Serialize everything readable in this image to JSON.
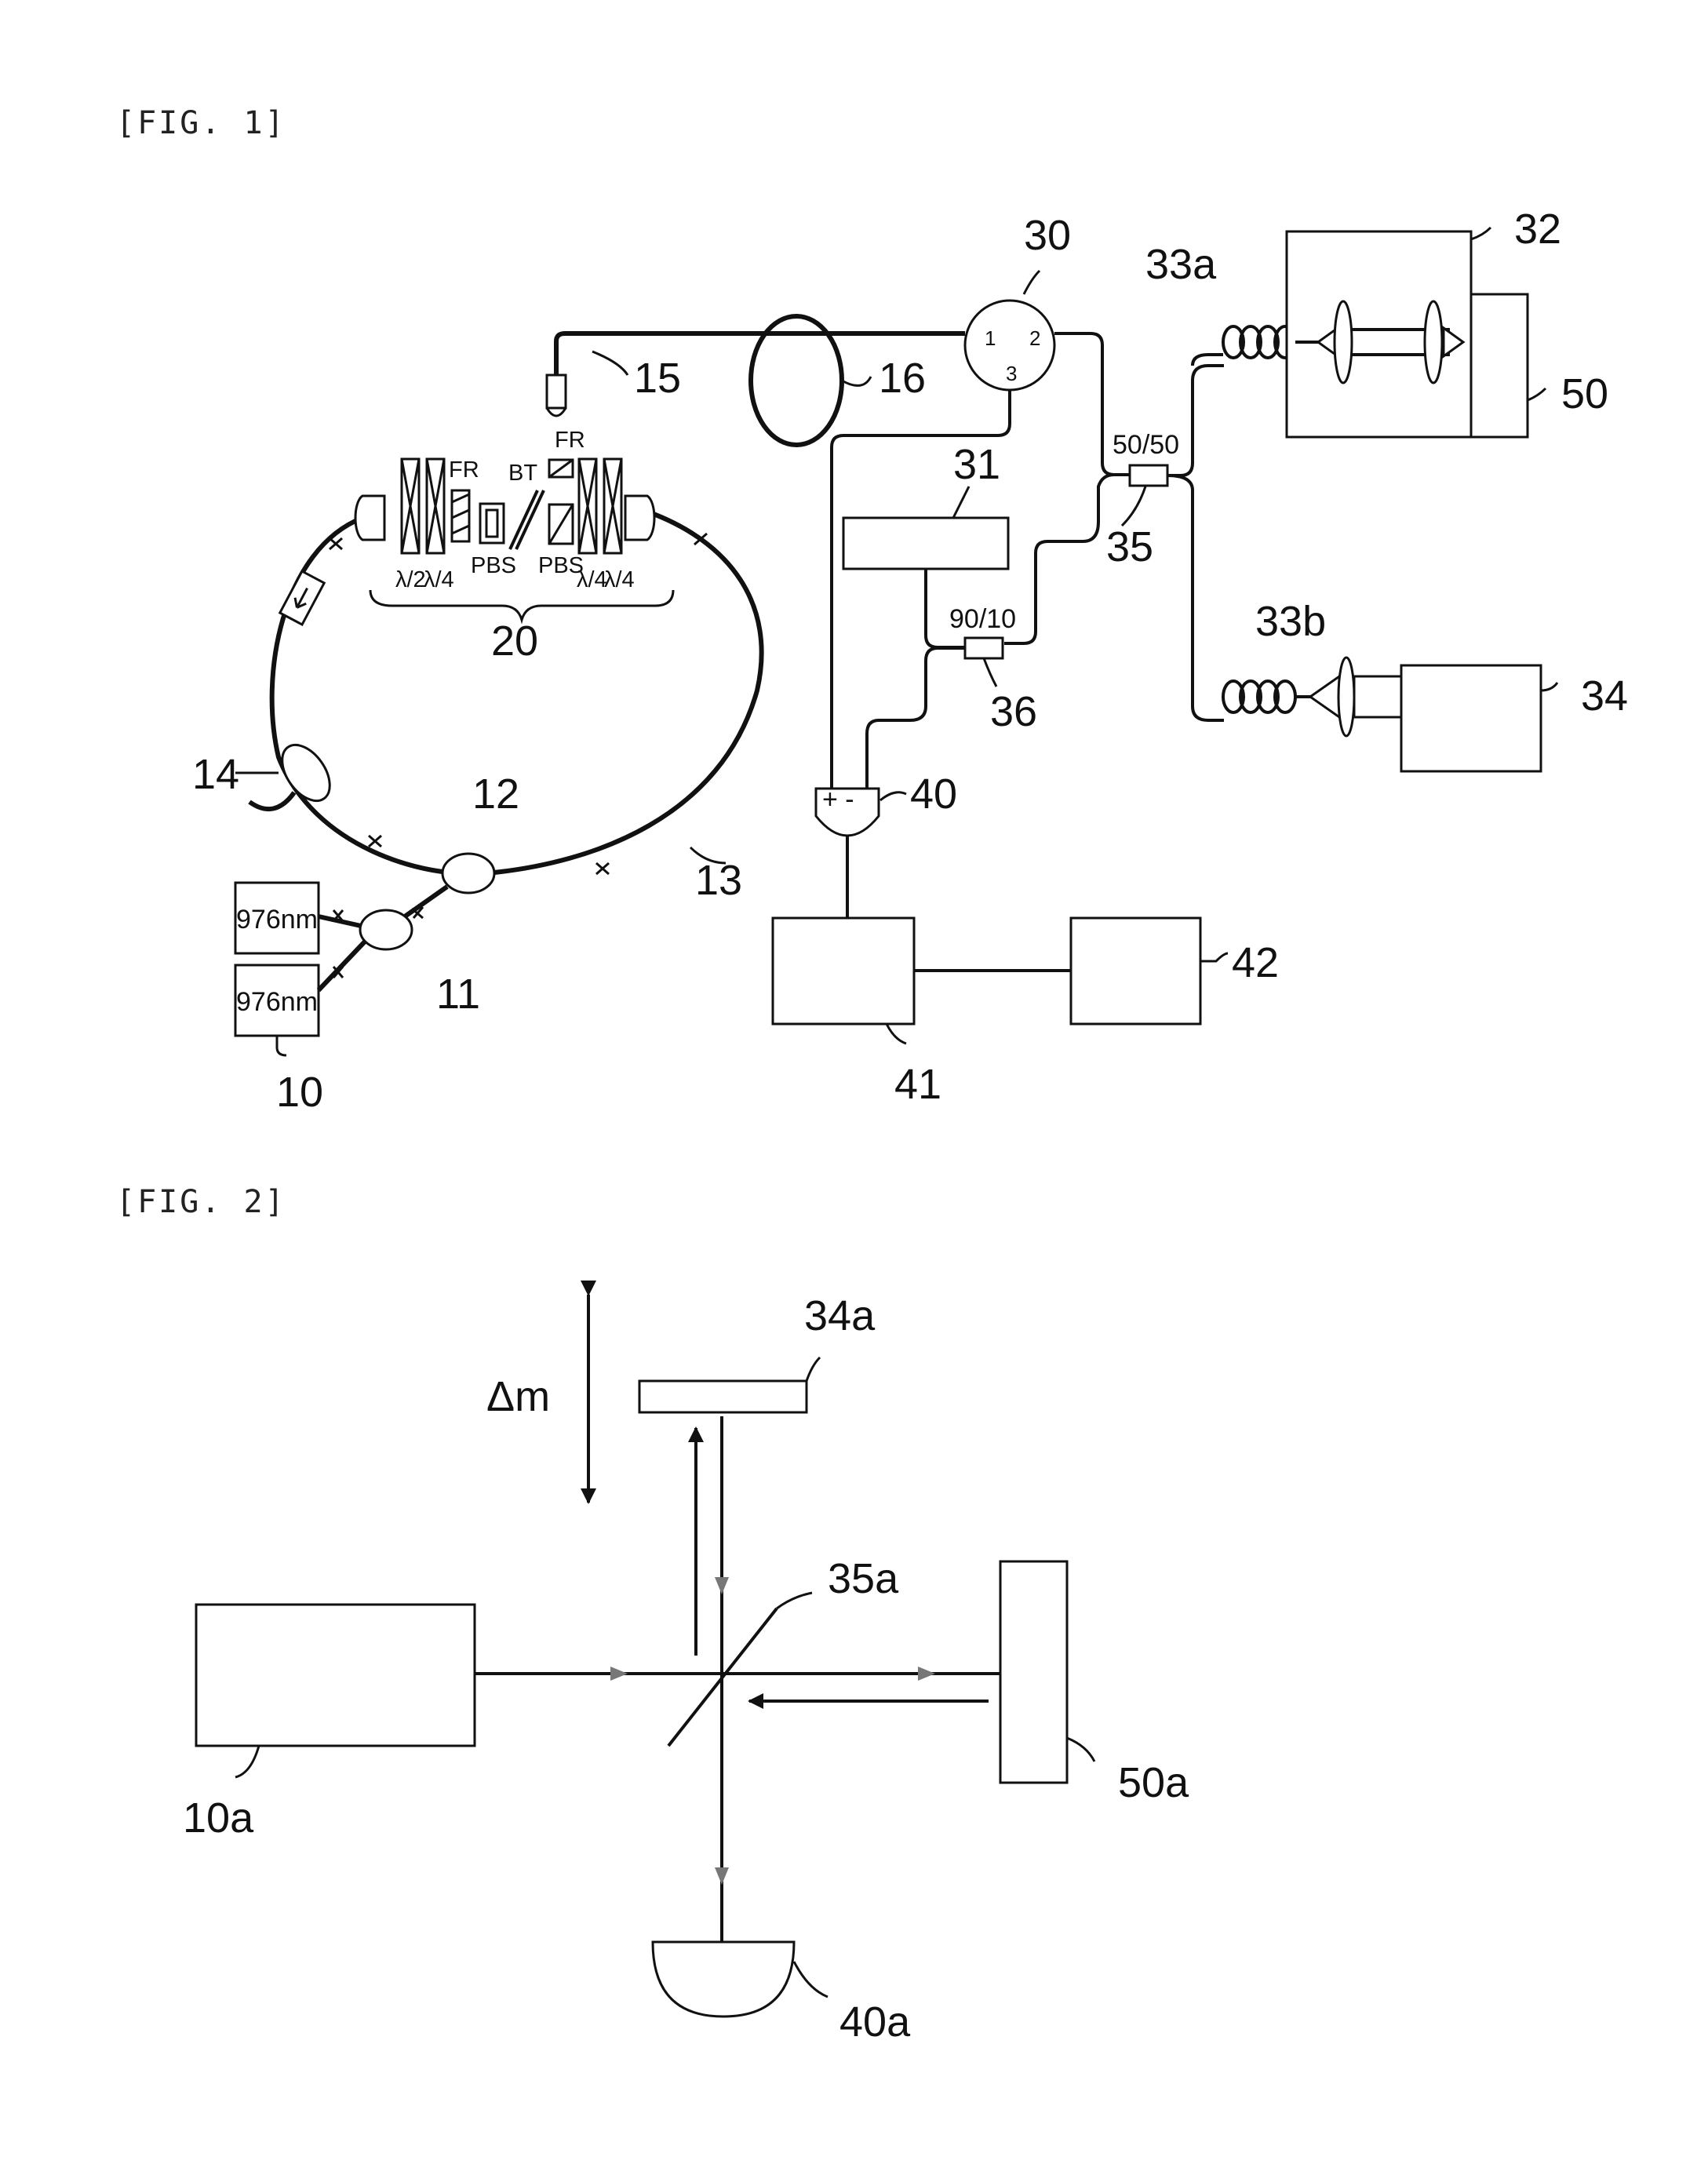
{
  "figures": [
    {
      "id": "fig1",
      "title": "[FIG. 1]"
    },
    {
      "id": "fig2",
      "title": "[FIG. 2]"
    }
  ],
  "fig1": {
    "pump_wavelength": "976nm",
    "labels": {
      "pump": "10",
      "combiner": "11",
      "wdm": "12",
      "ring_fiber": "13",
      "coupler14": "14",
      "collimator": "15",
      "fiber_loop": "16",
      "optics": "20",
      "circulator": "30",
      "box31": "31",
      "box32": "32",
      "coil33a": "33a",
      "coil33b": "33b",
      "box34": "34",
      "coupler35": "35",
      "coupler36": "36",
      "detector": "40",
      "box41": "41",
      "box42": "42",
      "box50": "50"
    },
    "ports": [
      "1",
      "2",
      "3"
    ],
    "ratios": {
      "coupler35": "50/50",
      "coupler36": "90/10"
    },
    "optics_elements": [
      "λ/2",
      "λ/4",
      "FR",
      "PBS",
      "BT",
      "FR",
      "PBS",
      "λ/4",
      "λ/4"
    ],
    "detector_signs": "+ -"
  },
  "fig2": {
    "labels": {
      "source": "10a",
      "mirror": "34a",
      "splitter": "35a",
      "sample": "50a",
      "detector": "40a",
      "displacement": "Δm"
    }
  }
}
